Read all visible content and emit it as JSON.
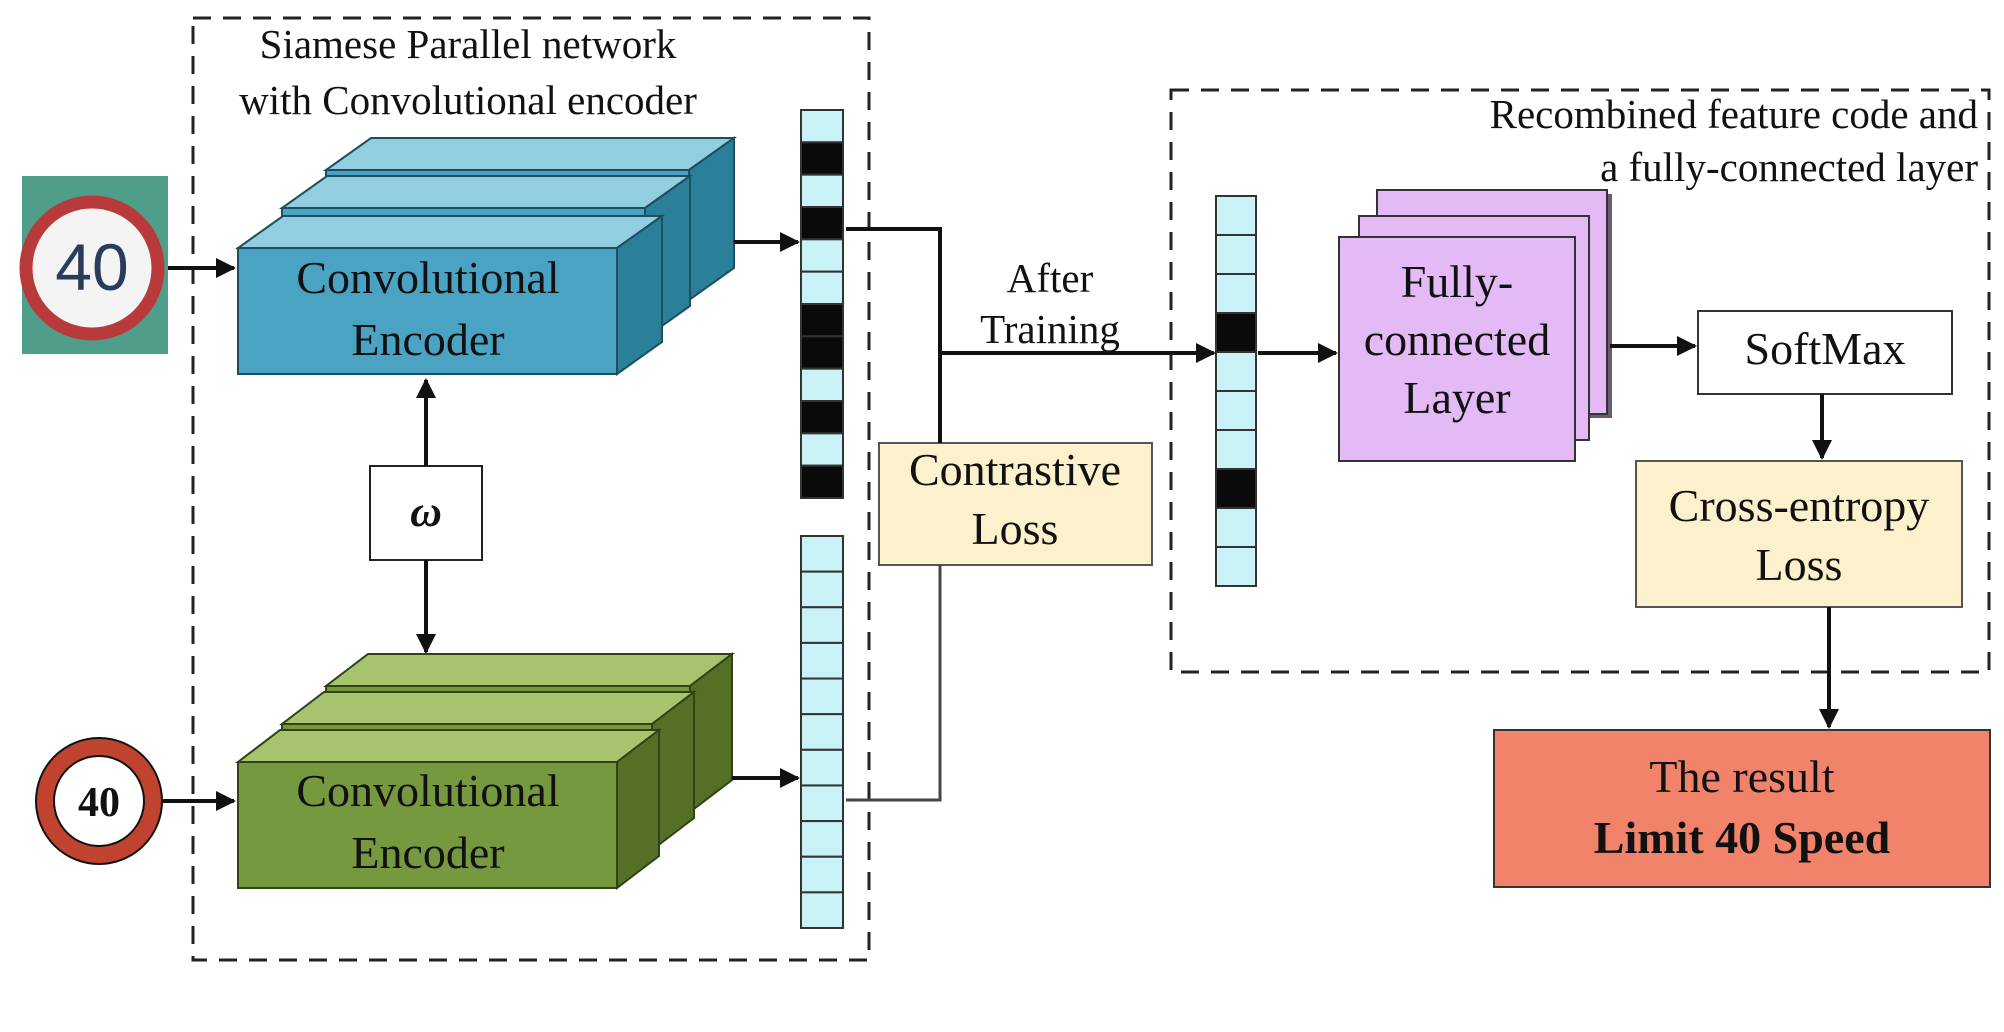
{
  "siamese_group": {
    "title_line1": "Siamese Parallel network",
    "title_line2": "with  Convolutional encoder"
  },
  "encoder_top": {
    "line1": "Convolutional",
    "line2": "Encoder"
  },
  "encoder_bottom": {
    "line1": "Convolutional",
    "line2": "Encoder"
  },
  "shared_weights": {
    "symbol": "ω"
  },
  "input_top_sign": {
    "text": "40"
  },
  "input_bottom_sign": {
    "text": "40"
  },
  "contrastive_loss": {
    "line1": "Contrastive",
    "line2": "Loss"
  },
  "after_training": {
    "line1": "After",
    "line2": "Training"
  },
  "recombined_group": {
    "title_line1": "Recombined feature code and",
    "title_line2": "a fully-connected layer"
  },
  "fc_layer": {
    "line1": "Fully-",
    "line2": "connected",
    "line3": "Layer"
  },
  "softmax": {
    "label": "SoftMax"
  },
  "cross_entropy": {
    "line1": "Cross-entropy",
    "line2": "Loss"
  },
  "result": {
    "line1": "The result",
    "line2": "Limit 40 Speed"
  },
  "colors": {
    "encoder_blue": "#4aa3c2",
    "encoder_green": "#76983f",
    "feature_cell": "#c8f2f6",
    "loss_box": "#fdf0cc",
    "fc_layer": "#e3b9f6",
    "result_box": "#f0836a",
    "sign_red": "#c0392b"
  }
}
